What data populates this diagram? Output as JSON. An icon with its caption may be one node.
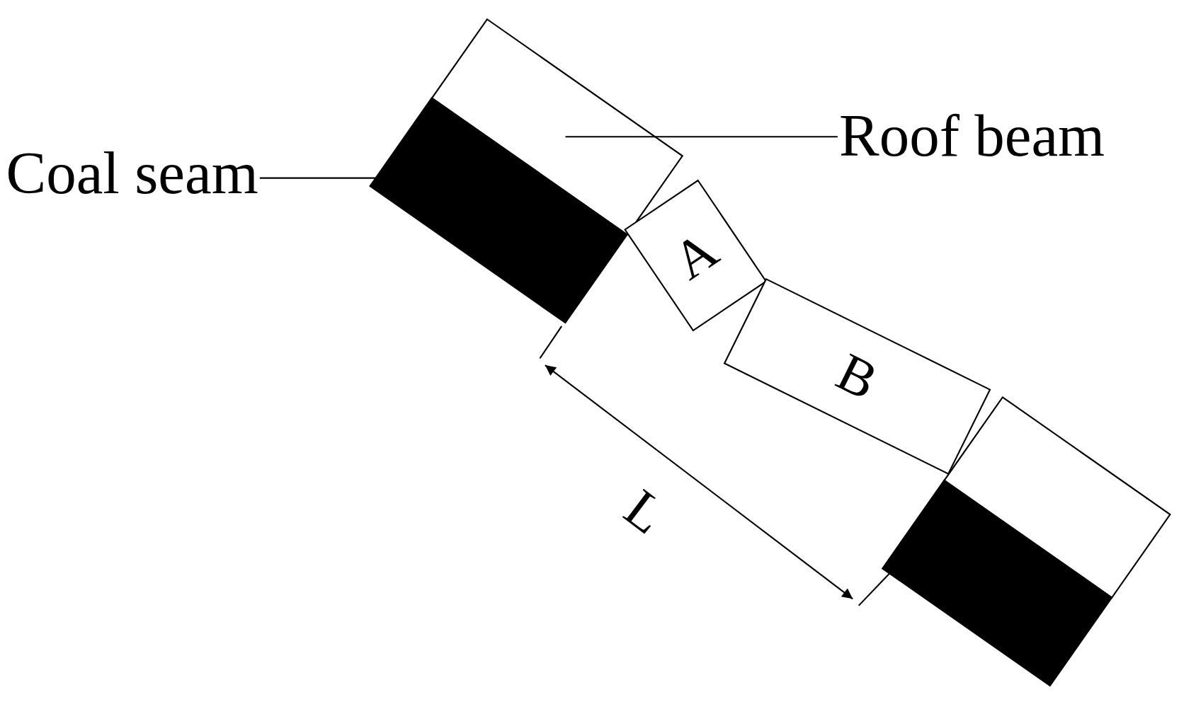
{
  "diagram": {
    "nodes": [
      {
        "text": [
          "Coal seam"
        ]
      },
      {
        "text": [],
        "shape": "bar"
      },
      {
        "text": [
          "Roof beam"
        ]
      },
      {
        "text": [],
        "shape": "box"
      },
      {
        "text": [
          "A"
        ]
      },
      {
        "text": [
          "B"
        ]
      },
      {
        "text": [],
        "shape": "box"
      },
      {
        "text": [],
        "shape": "bar"
      }
    ],
    "edges": [
      {
        "from": 0,
        "to": 1,
        "arrow": "none"
      },
      {
        "from": 2,
        "to": 3,
        "arrow": "none"
      }
    ],
    "labels": [
      "L"
    ]
  }
}
